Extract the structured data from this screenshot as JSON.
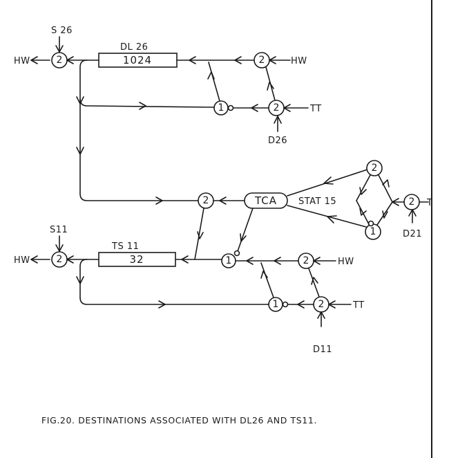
{
  "figure": {
    "caption": "FIG.20. DESTINATIONS ASSOCIATED WITH DL26 AND TS11."
  },
  "top_network": {
    "input_label": "S 26",
    "box_title": "DL 26",
    "box_value": "1024",
    "output_label": "HW",
    "out_node": "2",
    "node_hw": "2",
    "hw_input": "HW",
    "node_tt": "2",
    "tt_input": "TT",
    "node_merge": "1",
    "d_label": "D26"
  },
  "middle_network": {
    "tca_label": "TCA",
    "stat_label": "STAT 15",
    "node_in": "2",
    "node_top": "2",
    "node_bottom": "1",
    "node_right": "2",
    "d_label": "D21",
    "right_partial": "T"
  },
  "bottom_network": {
    "input_label": "S11",
    "box_title": "TS 11",
    "box_value": "32",
    "output_label": "HW",
    "out_node": "2",
    "node_merge_a": "1",
    "node_hw": "2",
    "hw_input": "HW",
    "node_merge_b": "1",
    "node_tt": "2",
    "tt_input": "TT",
    "d_label": "D11"
  }
}
